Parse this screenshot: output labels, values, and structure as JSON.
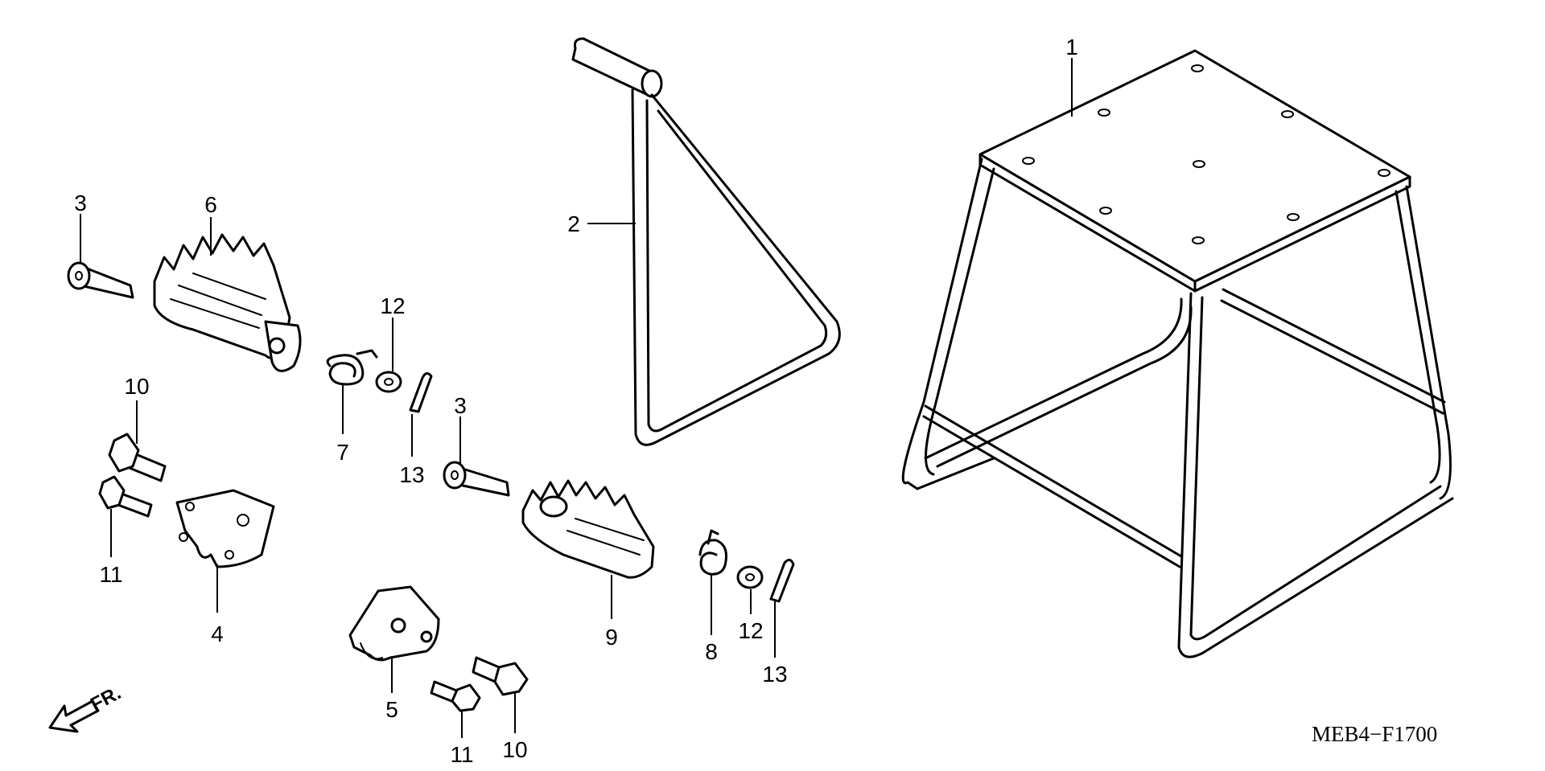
{
  "diagram": {
    "code": "MEB4−F1700",
    "direction_label": "FR.",
    "callouts": [
      {
        "id": "stand",
        "label": "1"
      },
      {
        "id": "side-stand",
        "label": "2"
      },
      {
        "id": "pin-left",
        "label": "3"
      },
      {
        "id": "pin-right",
        "label": "3"
      },
      {
        "id": "bracket-left",
        "label": "4"
      },
      {
        "id": "bracket-right",
        "label": "5"
      },
      {
        "id": "footpeg-left",
        "label": "6"
      },
      {
        "id": "spring-left",
        "label": "7"
      },
      {
        "id": "spring-right",
        "label": "8"
      },
      {
        "id": "footpeg-right",
        "label": "9"
      },
      {
        "id": "bolt-a-left",
        "label": "10"
      },
      {
        "id": "bolt-a-right",
        "label": "10"
      },
      {
        "id": "bolt-b-left",
        "label": "11"
      },
      {
        "id": "bolt-b-right",
        "label": "11"
      },
      {
        "id": "washer-left",
        "label": "12"
      },
      {
        "id": "washer-right",
        "label": "12"
      },
      {
        "id": "cotter-left",
        "label": "13"
      },
      {
        "id": "cotter-right",
        "label": "13"
      }
    ]
  }
}
